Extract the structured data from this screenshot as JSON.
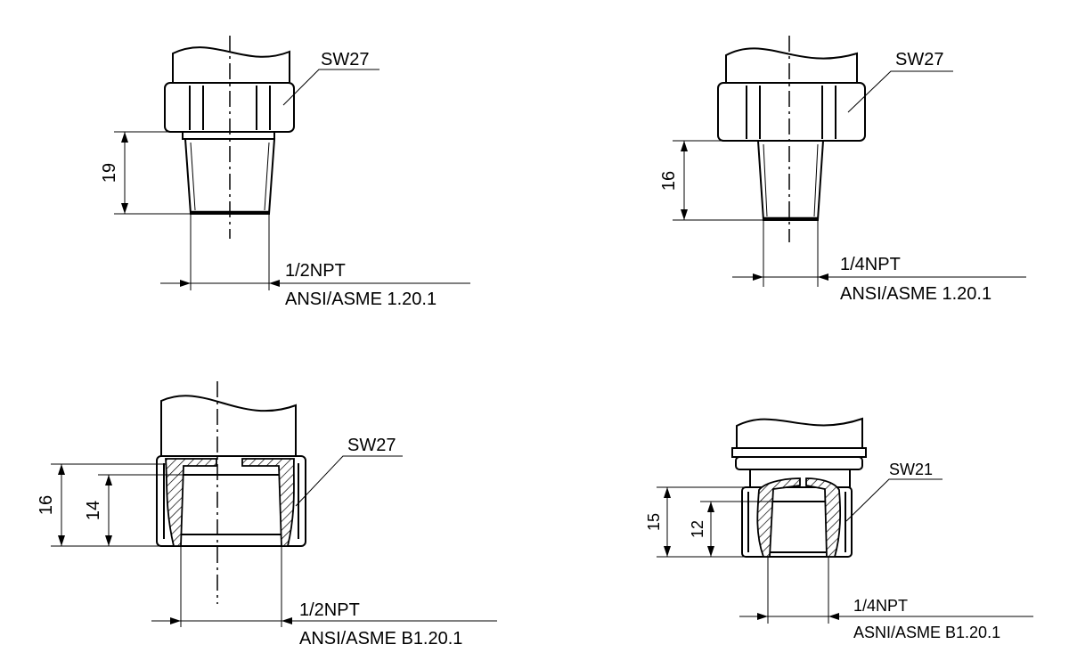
{
  "colors": {
    "line": "#000000",
    "background": "#ffffff"
  },
  "drawings": {
    "top_left": {
      "wrench": "SW27",
      "height": "19",
      "thread": "1/2NPT",
      "standard": "ANSI/ASME 1.20.1"
    },
    "top_right": {
      "wrench": "SW27",
      "height": "16",
      "thread": "1/4NPT",
      "standard": "ANSI/ASME 1.20.1"
    },
    "bottom_left": {
      "wrench": "SW27",
      "height_outer": "16",
      "height_inner": "14",
      "thread": "1/2NPT",
      "standard": "ANSI/ASME B1.20.1"
    },
    "bottom_right": {
      "wrench": "SW21",
      "height_outer": "15",
      "height_inner": "12",
      "thread": "1/4NPT",
      "standard": "ASNI/ASME B1.20.1"
    }
  }
}
